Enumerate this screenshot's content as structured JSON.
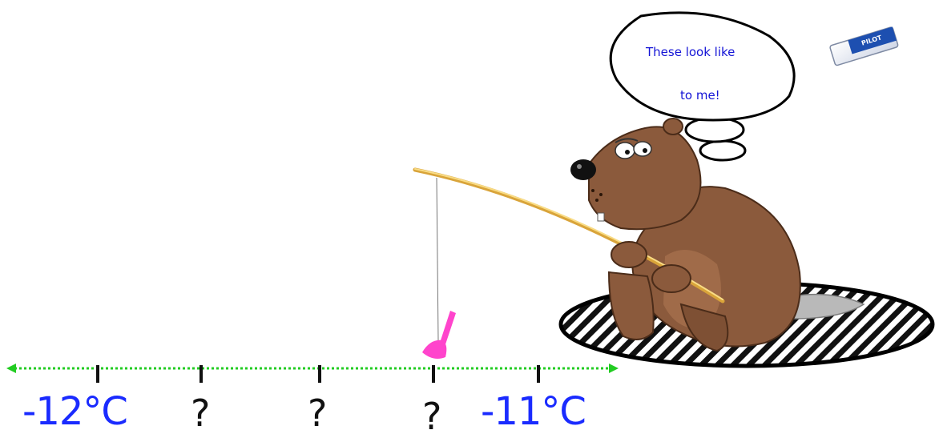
{
  "number_line": {
    "left_label": {
      "value": "-12",
      "unit": "°C"
    },
    "right_label": {
      "value": "-11",
      "unit": "°C"
    },
    "unknown_marks": [
      "?",
      "?",
      "?"
    ],
    "line_color": "#22cc22"
  },
  "thought_bubble": {
    "line1": "These look like",
    "line3": "to me!"
  },
  "eraser": {
    "brand": "PILOT"
  },
  "colors": {
    "label_blue": "#1a2bff",
    "lure_pink": "#ff44cc",
    "bear_brown": "#8b5a3c",
    "rod_yellow": "#f2c24e"
  }
}
